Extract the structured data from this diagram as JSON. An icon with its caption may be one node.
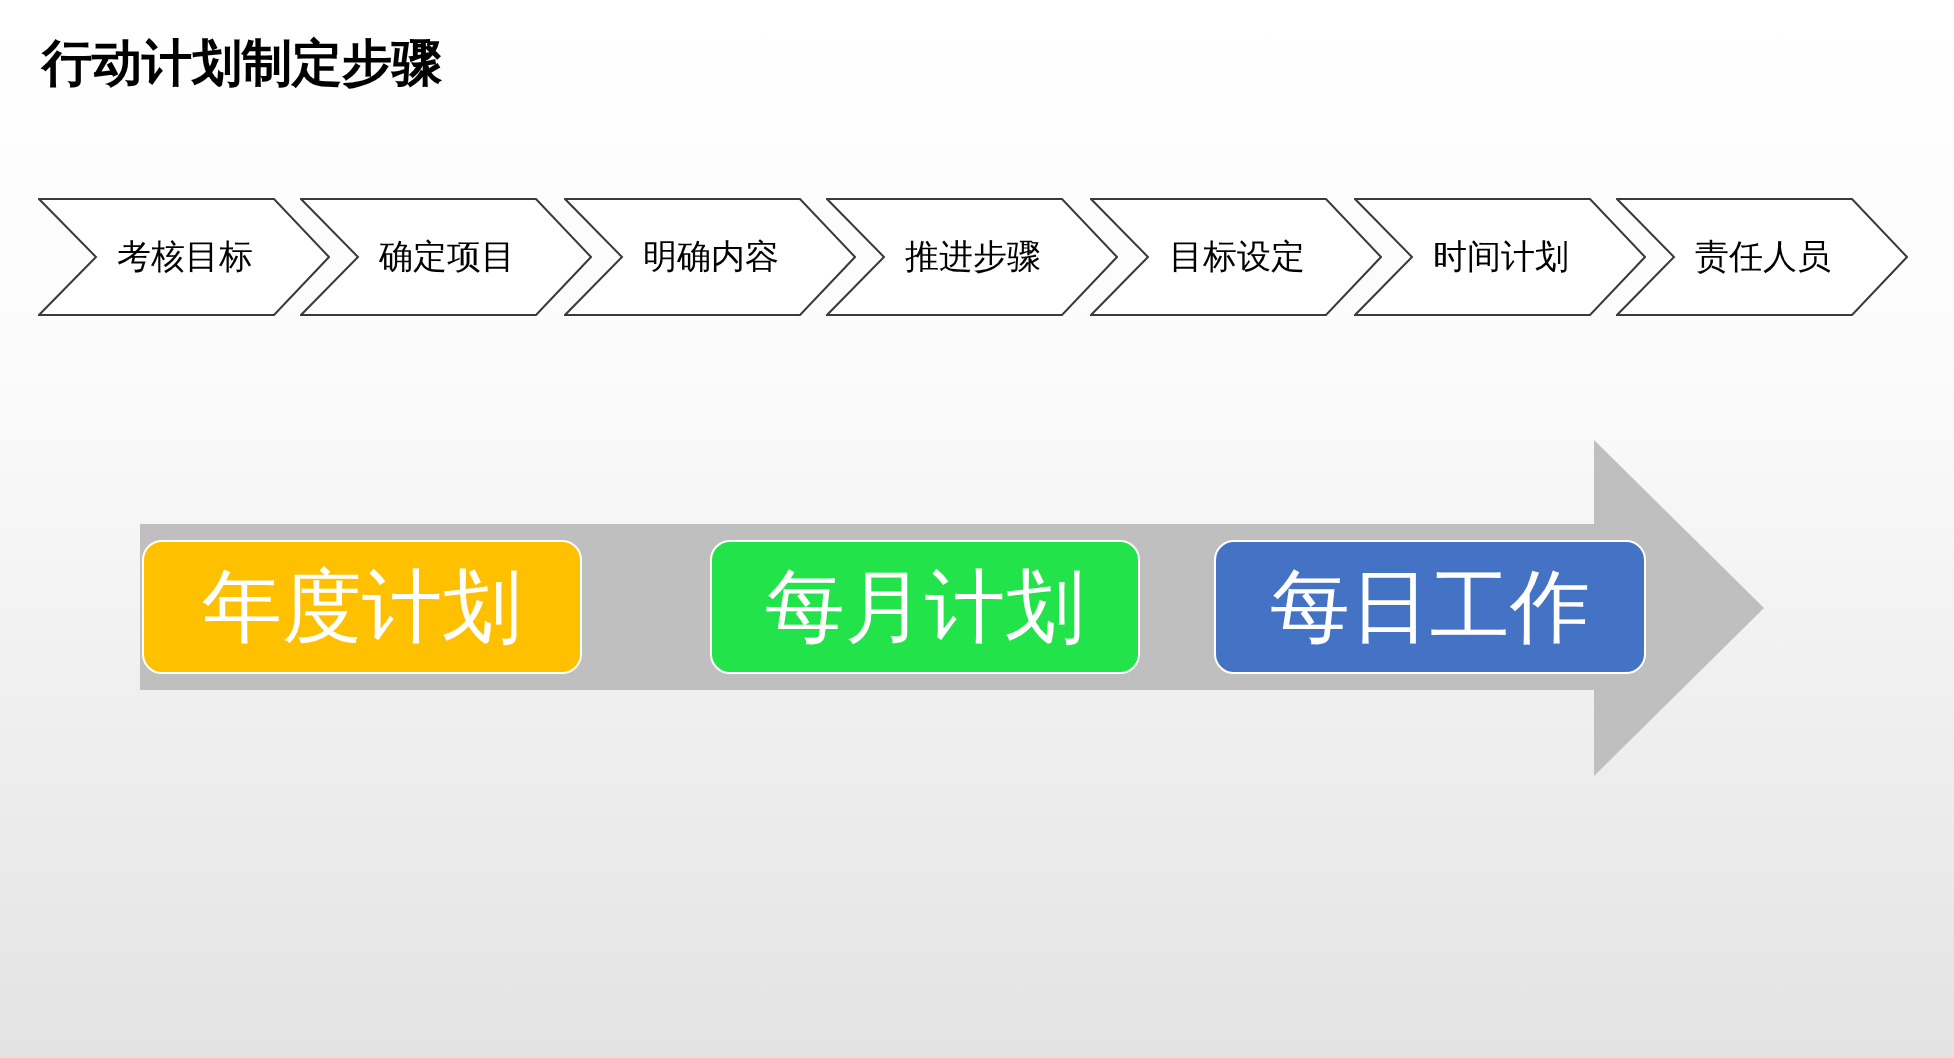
{
  "diagram": {
    "title": "行动计划制定步骤",
    "nodes": [
      {
        "text": [
          "考核目标"
        ]
      },
      {
        "text": [
          "确定项目"
        ]
      },
      {
        "text": [
          "明确内容"
        ]
      },
      {
        "text": [
          "推进步骤"
        ]
      },
      {
        "text": [
          "目标设定"
        ]
      },
      {
        "text": [
          "时间计划"
        ]
      },
      {
        "text": [
          "责任人员"
        ]
      },
      {
        "text": [],
        "shape": "arrow"
      },
      {
        "text": [
          "年度计划"
        ],
        "in": 7
      },
      {
        "text": [
          "每月计划"
        ],
        "in": 7
      },
      {
        "text": [
          "每日工作"
        ],
        "in": 7
      }
    ]
  }
}
